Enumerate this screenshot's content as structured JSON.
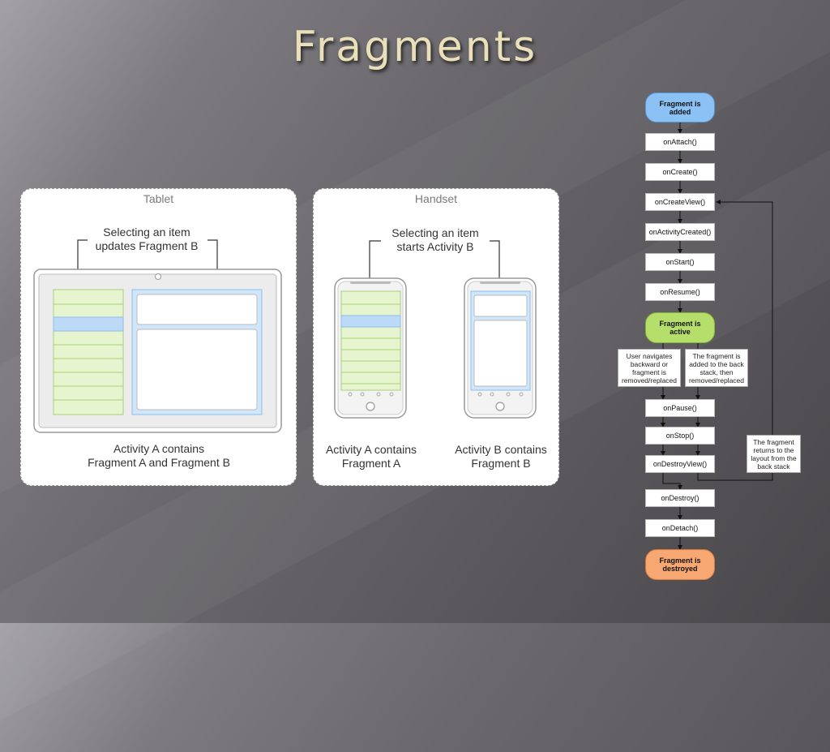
{
  "title": "Fragments",
  "tablet": {
    "label": "Tablet",
    "note_line1": "Selecting an item",
    "note_line2": "updates Fragment B",
    "caption_line1": "Activity A contains",
    "caption_line2": "Fragment A and Fragment B"
  },
  "handset": {
    "label": "Handset",
    "note_line1": "Selecting an item",
    "note_line2": "starts Activity B",
    "caption_a_line1": "Activity A contains",
    "caption_a_line2": "Fragment A",
    "caption_b_line1": "Activity B contains",
    "caption_b_line2": "Fragment B"
  },
  "lifecycle": {
    "added_line1": "Fragment is",
    "added_line2": "added",
    "steps": [
      "onAttach()",
      "onCreate()",
      "onCreateView()",
      "onActivityCreated()",
      "onStart()",
      "onResume()"
    ],
    "active_line1": "Fragment is",
    "active_line2": "active",
    "note_back": [
      "User navigates",
      "backward or",
      "fragment is",
      "removed/replaced"
    ],
    "note_stack": [
      "The fragment is",
      "added to the back",
      "stack, then",
      "removed/replaced"
    ],
    "teardown": [
      "onPause()",
      "onStop()",
      "onDestroyView()",
      "onDestroy()",
      "onDetach()"
    ],
    "note_return": [
      "The fragment",
      "returns to the",
      "layout from the",
      "back stack"
    ],
    "destroyed_line1": "Fragment is",
    "destroyed_line2": "destroyed"
  },
  "colors": {
    "added": "#8cc1f5",
    "active": "#b5df6a",
    "destroyed": "#f7a771",
    "title": "#e9dfb8",
    "fragment_a": "#e6f4d0",
    "fragment_b": "#cfe6fb"
  }
}
